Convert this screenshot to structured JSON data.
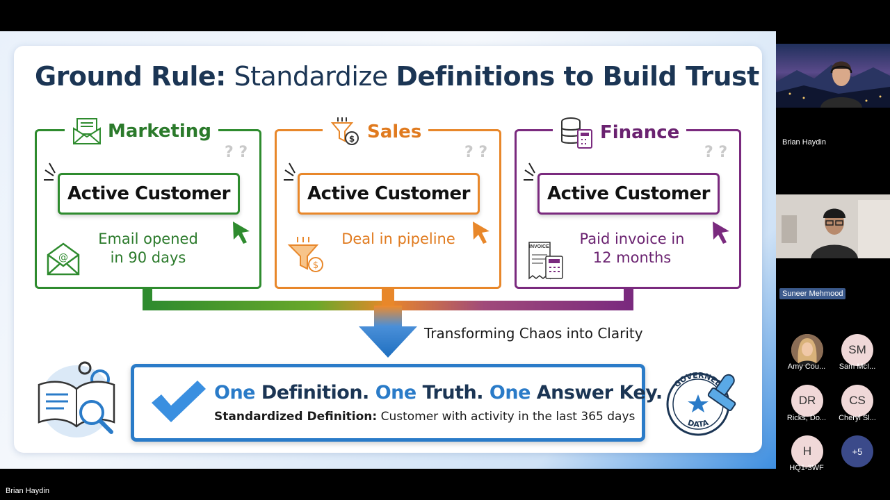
{
  "slide": {
    "title_bold1": "Ground Rule:",
    "title_light": " Standardize ",
    "title_bold2": "Definitions to Build Trust",
    "departments": [
      {
        "name": "Marketing",
        "term": "Active Customer",
        "definition_line1": "Email opened",
        "definition_line2": "in 90 days",
        "color": "#2e8b2e",
        "text_color": "#2b7a2b"
      },
      {
        "name": "Sales",
        "term": "Active Customer",
        "definition_line1": "Deal in pipeline",
        "definition_line2": "",
        "color": "#e8872a",
        "text_color": "#e07a1e"
      },
      {
        "name": "Finance",
        "term": "Active Customer",
        "definition_line1": "Paid invoice in",
        "definition_line2": "12 months",
        "color": "#7a2a7e",
        "text_color": "#6a2270"
      }
    ],
    "question_marks": "? ?",
    "invoice_label": "INVOICE",
    "flow_caption": "Transforming Chaos into Clarity",
    "answer_one": "One",
    "answer_definition": " Definition. ",
    "answer_truth": " Truth. ",
    "answer_key": " Answer Key.",
    "standard_label": "Standardized Definition:",
    "standard_text": " Customer with activity in the last 365 days",
    "stamp_top": "GOVERNED",
    "stamp_bottom": "DATA"
  },
  "participants": {
    "video1_name": "Brian Haydin",
    "video2_name": "Suneer Mehmood",
    "avatars": [
      {
        "initials": "",
        "name": "Amy Cou..."
      },
      {
        "initials": "SM",
        "name": "Sam McI..."
      },
      {
        "initials": "DR",
        "name": "Ricks, Do..."
      },
      {
        "initials": "CS",
        "name": "Cheryl Sl..."
      },
      {
        "initials": "H",
        "name": "HQ1-3WF"
      },
      {
        "initials": "+5",
        "name": ""
      }
    ]
  },
  "presenter_label": "Brian Haydin",
  "colors": {
    "accent_blue": "#2a7bc8",
    "title_navy": "#1b3554",
    "badge_bg": "#3c5a8c"
  }
}
